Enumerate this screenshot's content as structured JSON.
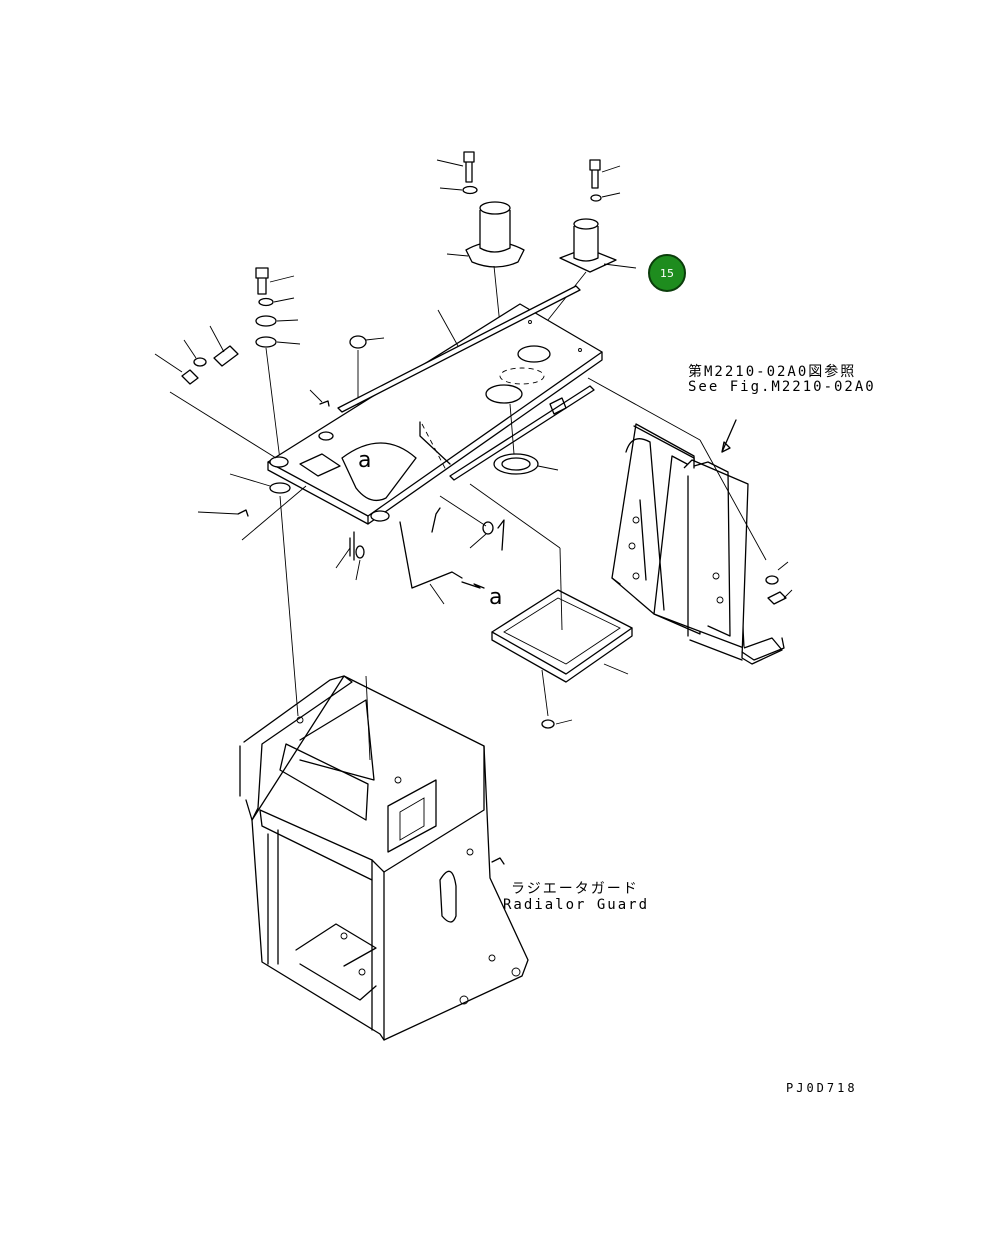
{
  "reference": {
    "figure_jp": "第M2210-02A0図参照",
    "figure_en": "See Fig.M2210-02A0"
  },
  "radiator_guard": {
    "label_jp": "ラジエータガード",
    "label_en": "Radialor Guard"
  },
  "drawing_code": "PJ0D718",
  "detail_marks": {
    "top": "a",
    "bottom": "a"
  },
  "callout": {
    "number": "15",
    "color": "#1e8c1e"
  }
}
